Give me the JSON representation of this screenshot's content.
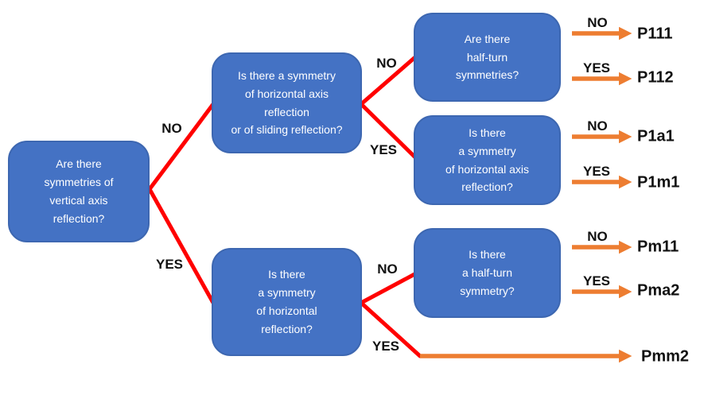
{
  "colors": {
    "box_fill": "#4472C4",
    "box_text": "#FFFFFF",
    "branch_line": "#FF0000",
    "arrow": "#ED7D31",
    "label_text": "#111111"
  },
  "questions": {
    "root": "Are there\nsymmetries of\nvertical axis\nreflection?",
    "horizontal_or_sliding": "Is there a symmetry\nof horizontal axis\nreflection\nor of sliding reflection?",
    "half_turn_plural": "Are there\nhalf-turn\nsymmetries?",
    "horizontal_axis": "Is there\na symmetry\nof horizontal axis\nreflection?",
    "horizontal": "Is there\na symmetry\nof horizontal\nreflection?",
    "half_turn": "Is there\na half-turn\nsymmetry?"
  },
  "branches": {
    "root_no": "NO",
    "root_yes": "YES",
    "q1_no": "NO",
    "q1_yes": "YES",
    "q4_no": "NO",
    "q4_yes": "YES"
  },
  "outcomes": [
    {
      "answer": "NO",
      "group": "P111"
    },
    {
      "answer": "YES",
      "group": "P112"
    },
    {
      "answer": "NO",
      "group": "P1a1"
    },
    {
      "answer": "YES",
      "group": "P1m1"
    },
    {
      "answer": "NO",
      "group": "Pm11"
    },
    {
      "answer": "YES",
      "group": "Pma2"
    },
    {
      "group": "Pmm2"
    }
  ]
}
